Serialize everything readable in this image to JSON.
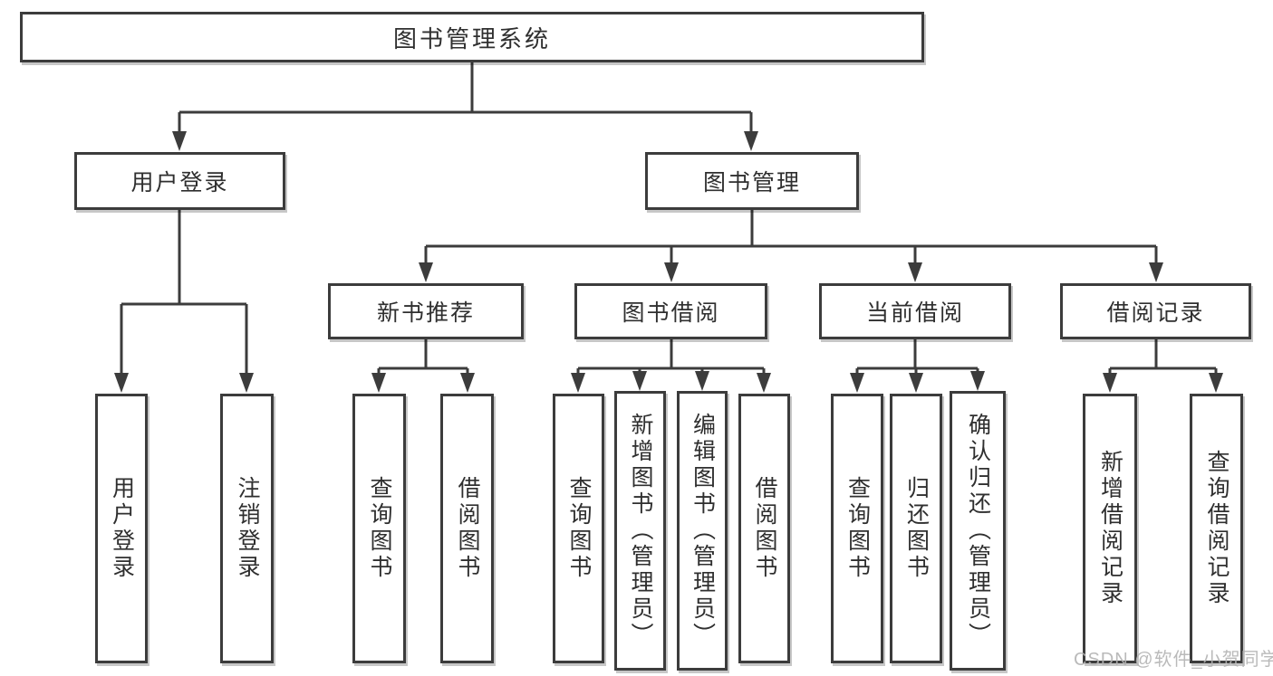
{
  "diagram": {
    "root": "图书管理系统",
    "level2": {
      "user_login": "用户登录",
      "book_management": "图书管理"
    },
    "level3": {
      "new_book_recommend": "新书推荐",
      "book_borrow": "图书借阅",
      "current_borrow": "当前借阅",
      "borrow_records": "借阅记录"
    },
    "leaves": {
      "user_login": "用户登录",
      "logout_login": "注销登录",
      "nb_query_books": "查询图书",
      "nb_borrow_books": "借阅图书",
      "bb_query_books": "查询图书",
      "bb_add_books_admin": "新增图书（管理员）",
      "bb_edit_books_admin": "编辑图书（管理员）",
      "bb_borrow_books": "借阅图书",
      "cb_query_books": "查询图书",
      "cb_return_books": "归还图书",
      "cb_confirm_return_admin": "确认归还（管理员）",
      "br_add_record": "新增借阅记录",
      "br_query_record": "查询借阅记录"
    }
  },
  "watermark": "CSDN @软件_小贺同学",
  "colors": {
    "line": "#3c3c3c",
    "text": "#2f2f2f",
    "watermark": "#b3b3b3",
    "background": "#ffffff"
  }
}
